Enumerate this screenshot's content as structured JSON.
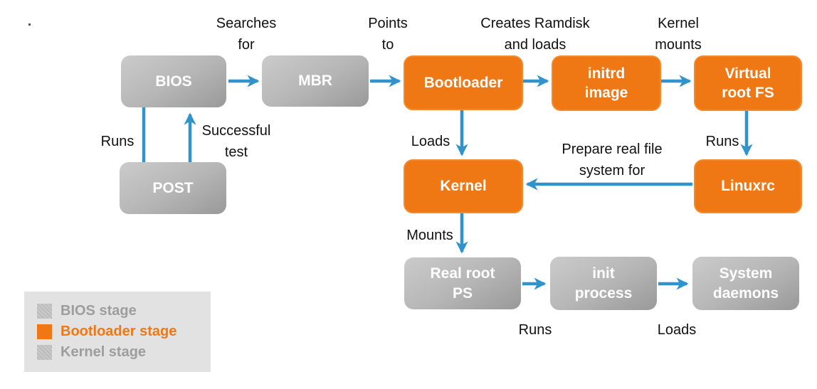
{
  "colors": {
    "orange": "#F07814",
    "box_gray_light": "#CBCBCB",
    "box_gray_dark": "#999999",
    "arrow_blue": "#3193CC",
    "legend_bg": "#E2E2E2",
    "legend_gray_text": "#9D9D9D",
    "label_black": "#111111"
  },
  "nodes": {
    "bios": {
      "label": "BIOS",
      "stage": "BIOS stage"
    },
    "mbr": {
      "label": "MBR",
      "stage": "BIOS stage"
    },
    "bootloader": {
      "label": "Bootloader",
      "stage": "Bootloader stage"
    },
    "initrd_image": {
      "label": "initrd\nimage",
      "stage": "Bootloader stage"
    },
    "virtual_root_fs": {
      "label": "Virtual\nroot FS",
      "stage": "Bootloader stage"
    },
    "post": {
      "label": "POST",
      "stage": "BIOS stage"
    },
    "kernel": {
      "label": "Kernel",
      "stage": "Bootloader stage"
    },
    "linuxrc": {
      "label": "Linuxrc",
      "stage": "Bootloader stage"
    },
    "real_root_ps": {
      "label": "Real root\nPS",
      "stage": "Kernel stage"
    },
    "init_process": {
      "label": "init\nprocess",
      "stage": "Kernel stage"
    },
    "system_daemons": {
      "label": "System\ndaemons",
      "stage": "Kernel stage"
    }
  },
  "edge_labels": {
    "searches_for": "Searches\nfor",
    "points_to": "Points\nto",
    "creates_ramdisk": "Creates Ramdisk\nand loads",
    "kernel_mounts": "Kernel\nmounts",
    "runs_bios_post": "Runs",
    "successful_test": "Successful\ntest",
    "loads_kernel": "Loads",
    "runs_linuxrc": "Runs",
    "prepare_real_fs": "Prepare real file\nsystem for",
    "mounts": "Mounts",
    "runs_init": "Runs",
    "loads_daemons": "Loads"
  },
  "legend": {
    "items": [
      {
        "label": "BIOS stage",
        "swatch": "gray"
      },
      {
        "label": "Bootloader stage",
        "swatch": "orange"
      },
      {
        "label": "Kernel stage",
        "swatch": "gray"
      }
    ]
  }
}
